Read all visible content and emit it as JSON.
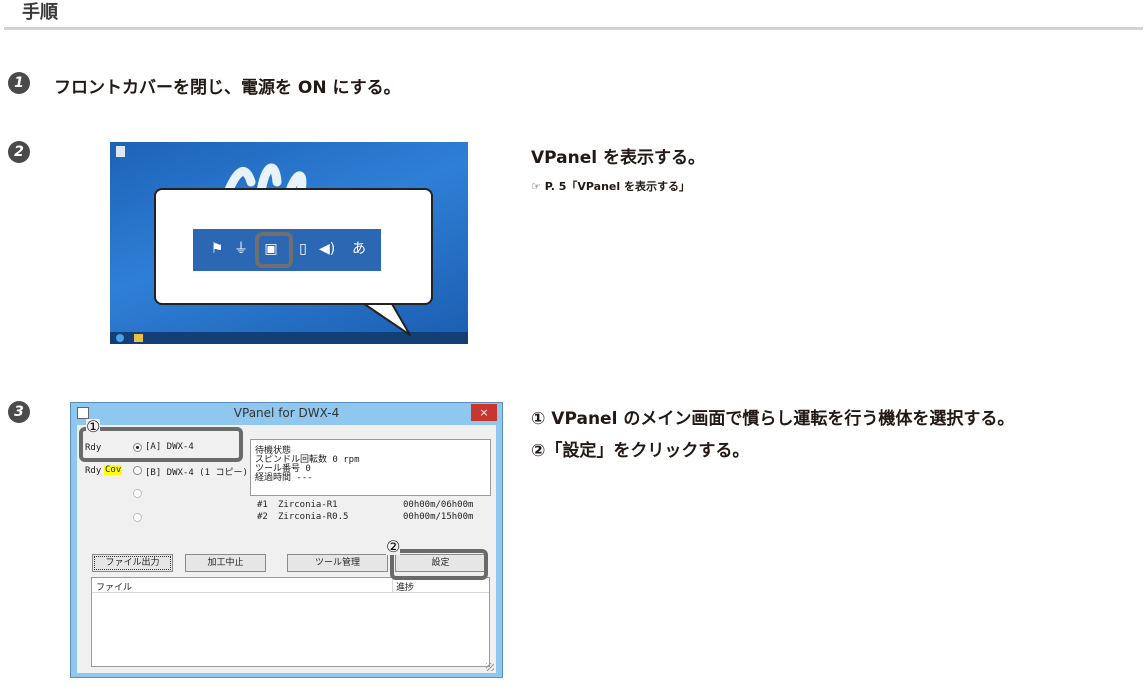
{
  "section": {
    "title": "手順"
  },
  "steps": [
    {
      "num": "1",
      "text": "フロントカバーを閉じ、電源を ON にする。"
    },
    {
      "num": "2",
      "text": "VPanel を表示する。",
      "ref": "☞ P. 5「VPanel を表示する」"
    },
    {
      "num": "3",
      "lines": [
        "① VPanel のメイン画面で慣らし運転を行う機体を選択する。",
        "②「設定」をクリックする。"
      ]
    }
  ],
  "tray": {
    "ime_label": "あ"
  },
  "vpanel": {
    "title": "VPanel for DWX-4",
    "close": "×",
    "callout1": "①",
    "callout2": "②",
    "machines": [
      {
        "status": "Rdy",
        "badge": "",
        "label": "[A] DWX-4",
        "selected": true
      },
      {
        "status": "Rdy",
        "badge": "Cov",
        "label": "[B] DWX-4 (1 コピー)",
        "selected": false
      }
    ],
    "status_lines": [
      "待機状態",
      "スピンドル回転数 0 rpm",
      "ツール番号 0",
      "経過時間 ---"
    ],
    "tools": [
      {
        "id": "#1",
        "name": "Zirconia-R1",
        "time": "00h00m/06h00m"
      },
      {
        "id": "#2",
        "name": "Zirconia-R0.5",
        "time": "00h00m/15h00m"
      }
    ],
    "buttons": {
      "file_output": "ファイル出力",
      "pause": "加工中止",
      "tool_mgmt": "ツール管理",
      "settings": "設定"
    },
    "list_headers": {
      "file": "ファイル",
      "progress": "進捗"
    }
  }
}
